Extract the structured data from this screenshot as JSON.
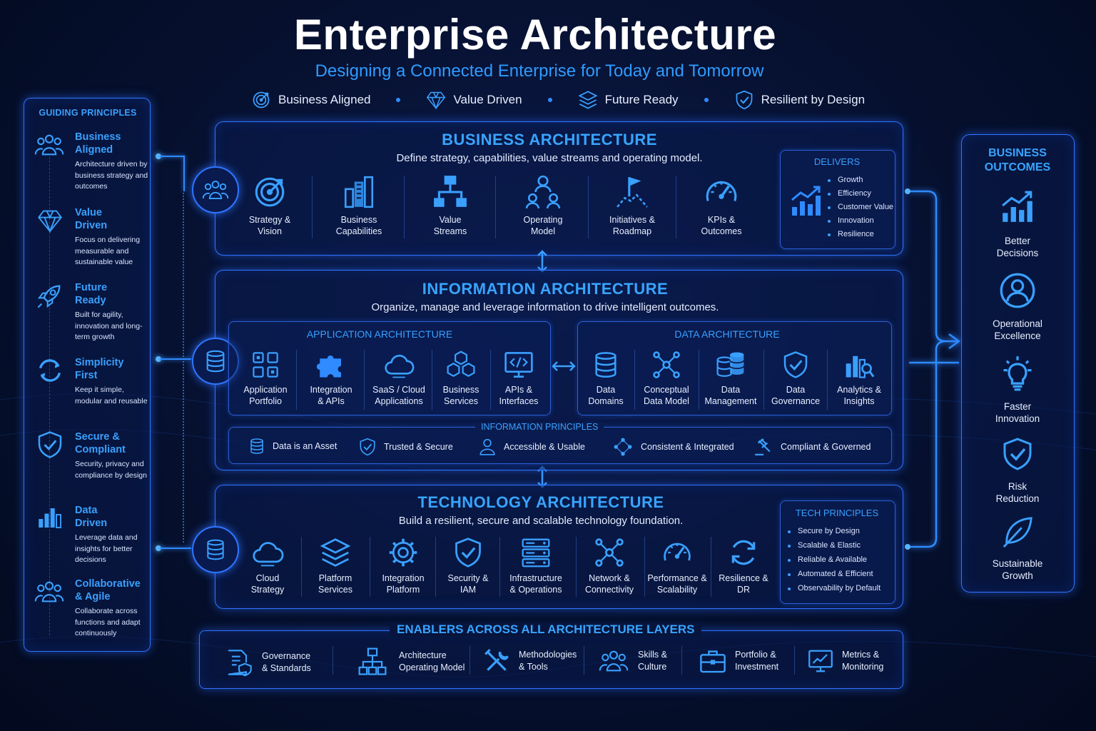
{
  "header": {
    "title": "Enterprise Architecture",
    "subtitle": "Designing a Connected Enterprise for Today and Tomorrow",
    "pillars": [
      {
        "label": "Business Aligned",
        "icon": "target-icon"
      },
      {
        "label": "Value Driven",
        "icon": "diamond-icon"
      },
      {
        "label": "Future Ready",
        "icon": "layers-icon"
      },
      {
        "label": "Resilient by Design",
        "icon": "shield-check-icon"
      }
    ]
  },
  "guiding_principles": {
    "title": "GUIDING PRINCIPLES",
    "items": [
      {
        "title": "Business\nAligned",
        "desc": "Architecture driven by business strategy and outcomes",
        "icon": "people-icon"
      },
      {
        "title": "Value\nDriven",
        "desc": "Focus on delivering measurable and sustainable value",
        "icon": "diamond-icon"
      },
      {
        "title": "Future\nReady",
        "desc": "Built for agility, innovation and long-term growth",
        "icon": "rocket-icon"
      },
      {
        "title": "Simplicity\nFirst",
        "desc": "Keep it simple, modular and reusable",
        "icon": "cycle-icon"
      },
      {
        "title": "Secure &\nCompliant",
        "desc": "Security, privacy and compliance by design",
        "icon": "shield-check-icon"
      },
      {
        "title": "Data\nDriven",
        "desc": "Leverage data and insights for better decisions",
        "icon": "bar-chart-icon"
      },
      {
        "title": "Collaborative\n& Agile",
        "desc": "Collaborate across functions and adapt continuously",
        "icon": "people-icon"
      }
    ]
  },
  "business_architecture": {
    "title": "BUSINESS ARCHITECTURE",
    "desc": "Define strategy, capabilities, value streams and operating model.",
    "items": [
      {
        "label": "Strategy &\nVision",
        "icon": "target-icon"
      },
      {
        "label": "Business\nCapabilities",
        "icon": "buildings-icon"
      },
      {
        "label": "Value\nStreams",
        "icon": "hierarchy-icon"
      },
      {
        "label": "Operating\nModel",
        "icon": "org-people-icon"
      },
      {
        "label": "Initiatives &\nRoadmap",
        "icon": "flag-icon"
      },
      {
        "label": "KPIs &\nOutcomes",
        "icon": "gauge-icon"
      }
    ],
    "delivers": {
      "title": "DELIVERS",
      "items": [
        "Growth",
        "Efficiency",
        "Customer Value",
        "Innovation",
        "Resilience"
      ]
    }
  },
  "information_architecture": {
    "title": "INFORMATION ARCHITECTURE",
    "desc": "Organize, manage and leverage information to drive intelligent outcomes.",
    "application": {
      "title": "APPLICATION ARCHITECTURE",
      "items": [
        {
          "label": "Application\nPortfolio",
          "icon": "grid-icon"
        },
        {
          "label": "Integration\n& APIs",
          "icon": "puzzle-icon"
        },
        {
          "label": "SaaS / Cloud\nApplications",
          "icon": "cloud-icon"
        },
        {
          "label": "Business\nServices",
          "icon": "cubes-icon"
        },
        {
          "label": "APIs &\nInterfaces",
          "icon": "code-monitor-icon"
        }
      ]
    },
    "data": {
      "title": "DATA ARCHITECTURE",
      "items": [
        {
          "label": "Data\nDomains",
          "icon": "database-icon"
        },
        {
          "label": "Conceptual\nData Model",
          "icon": "network-icon"
        },
        {
          "label": "Data\nManagement",
          "icon": "databases-icon"
        },
        {
          "label": "Data\nGovernance",
          "icon": "shield-check-icon"
        },
        {
          "label": "Analytics &\nInsights",
          "icon": "analytics-icon"
        }
      ]
    },
    "principles": {
      "title": "INFORMATION PRINCIPLES",
      "items": [
        {
          "label": "Data is an Asset",
          "icon": "database-icon"
        },
        {
          "label": "Trusted & Secure",
          "icon": "shield-check-icon"
        },
        {
          "label": "Accessible & Usable",
          "icon": "user-icon"
        },
        {
          "label": "Consistent & Integrated",
          "icon": "nodes-icon"
        },
        {
          "label": "Compliant & Governed",
          "icon": "gavel-icon"
        }
      ]
    }
  },
  "technology_architecture": {
    "title": "TECHNOLOGY ARCHITECTURE",
    "desc": "Build a resilient, secure and scalable technology foundation.",
    "items": [
      {
        "label": "Cloud\nStrategy",
        "icon": "cloud-icon"
      },
      {
        "label": "Platform\nServices",
        "icon": "layers-icon"
      },
      {
        "label": "Integration\nPlatform",
        "icon": "gear-icon"
      },
      {
        "label": "Security &\nIAM",
        "icon": "shield-check-icon"
      },
      {
        "label": "Infrastructure\n& Operations",
        "icon": "server-icon"
      },
      {
        "label": "Network &\nConnectivity",
        "icon": "network-icon"
      },
      {
        "label": "Performance &\nScalability",
        "icon": "gauge-icon"
      },
      {
        "label": "Resilience &\nDR",
        "icon": "refresh-icon"
      }
    ],
    "principles": {
      "title": "TECH PRINCIPLES",
      "items": [
        "Secure by Design",
        "Scalable & Elastic",
        "Reliable & Available",
        "Automated & Efficient",
        "Observability by Default"
      ]
    }
  },
  "enablers": {
    "title": "ENABLERS ACROSS ALL ARCHITECTURE LAYERS",
    "items": [
      {
        "label": "Governance\n& Standards",
        "icon": "document-shield-icon"
      },
      {
        "label": "Architecture\nOperating Model",
        "icon": "org-chart-icon"
      },
      {
        "label": "Methodologies\n& Tools",
        "icon": "tools-icon"
      },
      {
        "label": "Skills &\nCulture",
        "icon": "people-icon"
      },
      {
        "label": "Portfolio &\nInvestment",
        "icon": "briefcase-icon"
      },
      {
        "label": "Metrics &\nMonitoring",
        "icon": "monitor-chart-icon"
      }
    ]
  },
  "business_outcomes": {
    "title": "BUSINESS\nOUTCOMES",
    "items": [
      {
        "label": "Better\nDecisions",
        "icon": "growth-chart-icon"
      },
      {
        "label": "Operational\nExcellence",
        "icon": "user-circle-icon"
      },
      {
        "label": "Faster\nInnovation",
        "icon": "lightbulb-icon"
      },
      {
        "label": "Risk\nReduction",
        "icon": "shield-check-icon"
      },
      {
        "label": "Sustainable\nGrowth",
        "icon": "leaf-icon"
      }
    ]
  },
  "colors": {
    "accent": "#2f8bff",
    "title_blue": "#38a4ff",
    "background": "#06102e"
  }
}
